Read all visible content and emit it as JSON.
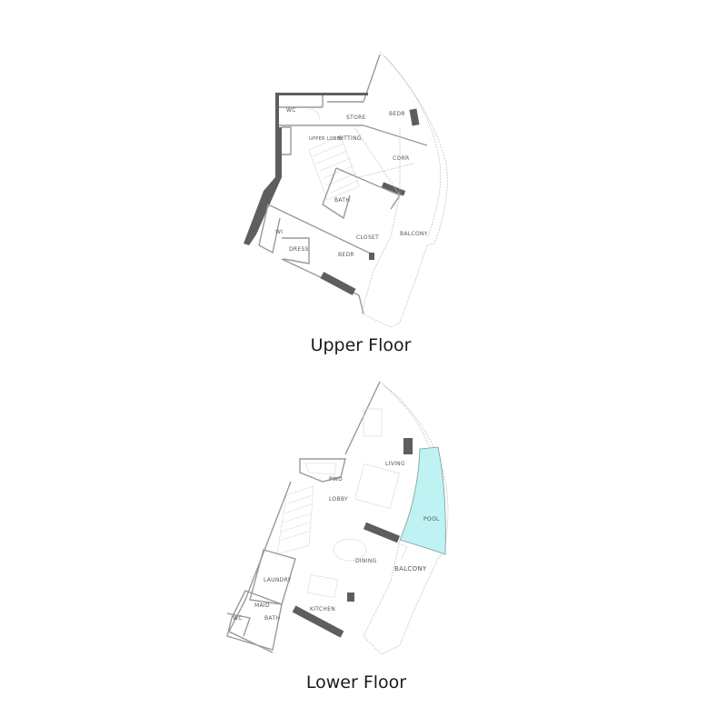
{
  "floors": [
    {
      "caption": "Upper Floor",
      "rooms": {
        "wc": "WC",
        "store": "STORE",
        "bedroom1": "BEDR",
        "upper_lobby": "UPPER LOBBY",
        "sitting": "SITTING",
        "corridor": "CORR",
        "bath": "BATH",
        "walkin": "WI",
        "dressing": "DRESS",
        "closet": "CLOSET",
        "bedroom2": "BEDR",
        "balcony": "BALCONY"
      }
    },
    {
      "caption": "Lower Floor",
      "rooms": {
        "living": "LIVING",
        "pool": "POOL",
        "powder": "PWD",
        "lobby": "LOBBY",
        "dining": "DINING",
        "balcony": "BALCONY",
        "laundry": "LAUNDRY",
        "maid": "MAID",
        "bath": "BATH",
        "wc": "WC",
        "kitchen": "KITCHEN"
      }
    }
  ],
  "colors": {
    "pool_fill": "#bff2f2",
    "wall_solid": "#5e5e5e",
    "line": "#9a9a9a"
  }
}
